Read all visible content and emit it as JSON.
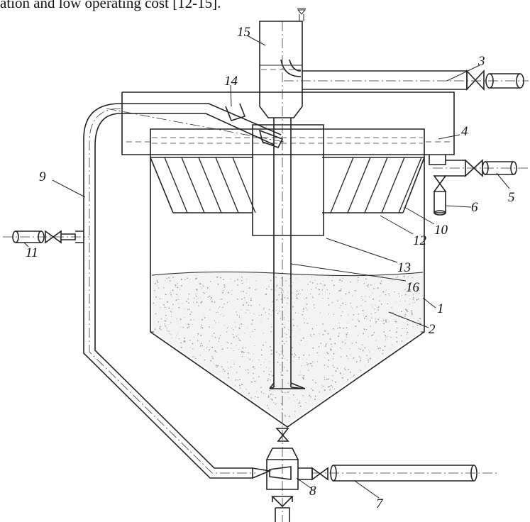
{
  "caption": "ation and low operating cost [12-15].",
  "labels": {
    "l1": "1",
    "l2": "2",
    "l3": "3",
    "l4": "4",
    "l5": "5",
    "l6": "6",
    "l7": "7",
    "l8": "8",
    "l9": "9",
    "l10": "10",
    "l11": "11",
    "l12": "12",
    "l13": "13",
    "l14": "14",
    "l15": "15",
    "l16": "16"
  }
}
